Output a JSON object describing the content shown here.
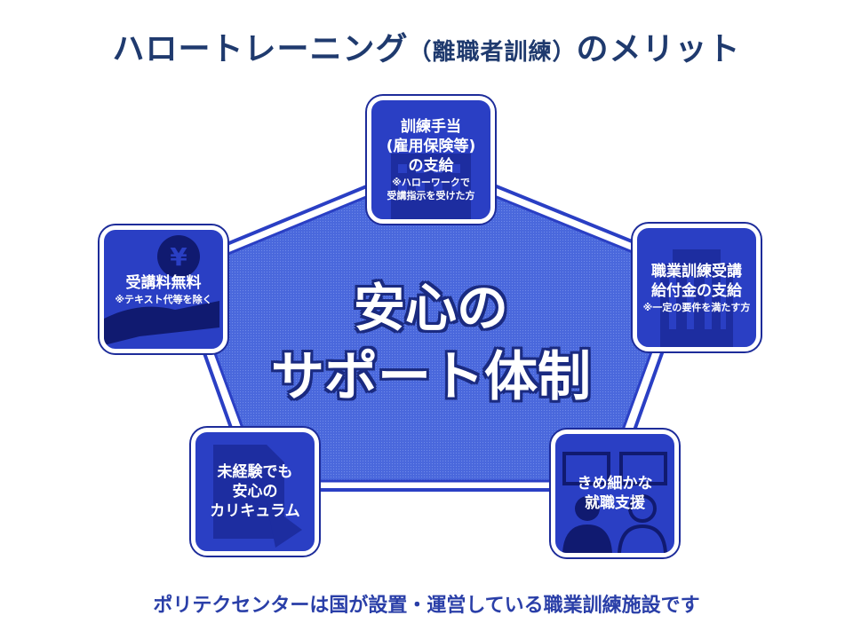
{
  "title": {
    "main": "ハロートレーニング",
    "paren": "（離職者訓練）",
    "suffix": "のメリット"
  },
  "center": {
    "line1": "安心の",
    "line2": "サポート体制"
  },
  "boxes": [
    {
      "id": "allowance",
      "lines": [
        "訓練手当",
        "(雇用保険等)",
        "の支給"
      ],
      "notes": [
        "※ハローワークで",
        "受講指示を受けた方"
      ],
      "icon": "building-icon"
    },
    {
      "id": "benefit",
      "lines": [
        "職業訓練受講",
        "給付金の支給"
      ],
      "notes": [
        "※一定の要件を満たす方"
      ],
      "icon": "building-icon"
    },
    {
      "id": "support",
      "lines": [
        "きめ細かな",
        "就職支援"
      ],
      "notes": [],
      "icon": "consultation-icon"
    },
    {
      "id": "curriculum",
      "lines": [
        "未経験でも",
        "安心の",
        "カリキュラム"
      ],
      "notes": [],
      "icon": "document-icon"
    },
    {
      "id": "free",
      "lines": [
        "受講料無料"
      ],
      "notes": [
        "※テキスト代等を除く"
      ],
      "icon": "yen-coin-icon"
    }
  ],
  "footer": "ポリテクセンターは国が設置・運営している職業訓練施設です",
  "colors": {
    "title": "#1f3a6e",
    "box": "#2a3fc4",
    "pentagon": "#4a68dc",
    "footer": "#2a3fa8"
  }
}
